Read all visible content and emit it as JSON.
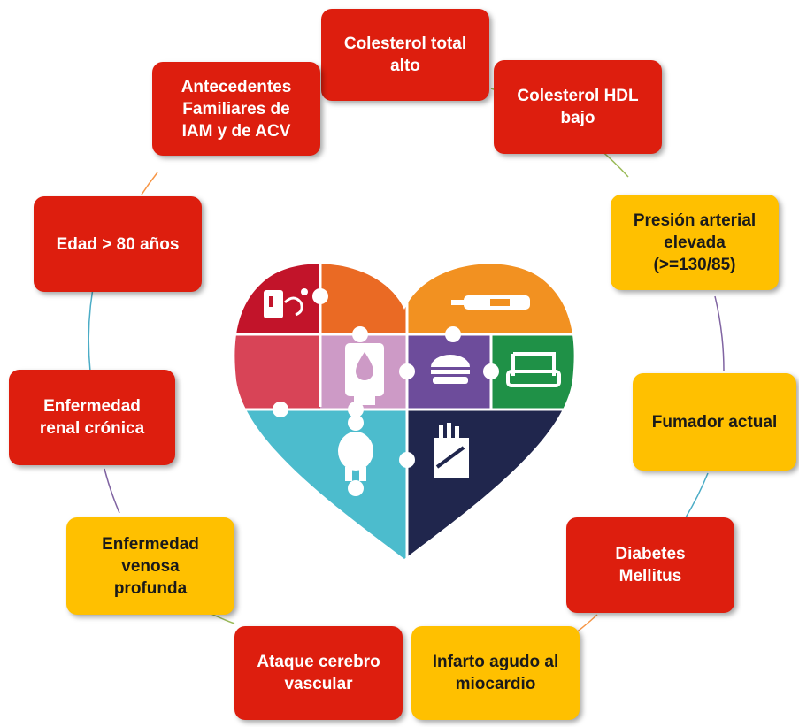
{
  "colors": {
    "red": "#dd1e0e",
    "yellow": "#ffc000"
  },
  "center_image": {
    "name": "heart-puzzle",
    "icons": [
      "blood-pressure-monitor-icon",
      "glucose-meter-icon",
      "blood-drop-icon",
      "burger-icon",
      "armchair-icon",
      "obese-person-icon",
      "cigarette-pack-icon"
    ]
  },
  "nodes": [
    {
      "label": "Colesterol total\nalto",
      "color": "red"
    },
    {
      "label": "Colesterol HDL\nbajo",
      "color": "red"
    },
    {
      "label": "Presión arterial\nelevada\n(>=130/85)",
      "color": "yellow"
    },
    {
      "label": "Fumador actual",
      "color": "yellow"
    },
    {
      "label": "Diabetes\nMellitus",
      "color": "red"
    },
    {
      "label": "Infarto agudo al\nmiocardio",
      "color": "yellow"
    },
    {
      "label": "Ataque cerebro\nvascular",
      "color": "red"
    },
    {
      "label": "Enfermedad\nvenosa\nprofunda",
      "color": "yellow"
    },
    {
      "label": "Enfermedad\nrenal crónica",
      "color": "red"
    },
    {
      "label": "Edad > 80 años",
      "color": "red"
    },
    {
      "label": "Antecedentes\nFamiliares de\nIAM y de ACV",
      "color": "red"
    }
  ]
}
